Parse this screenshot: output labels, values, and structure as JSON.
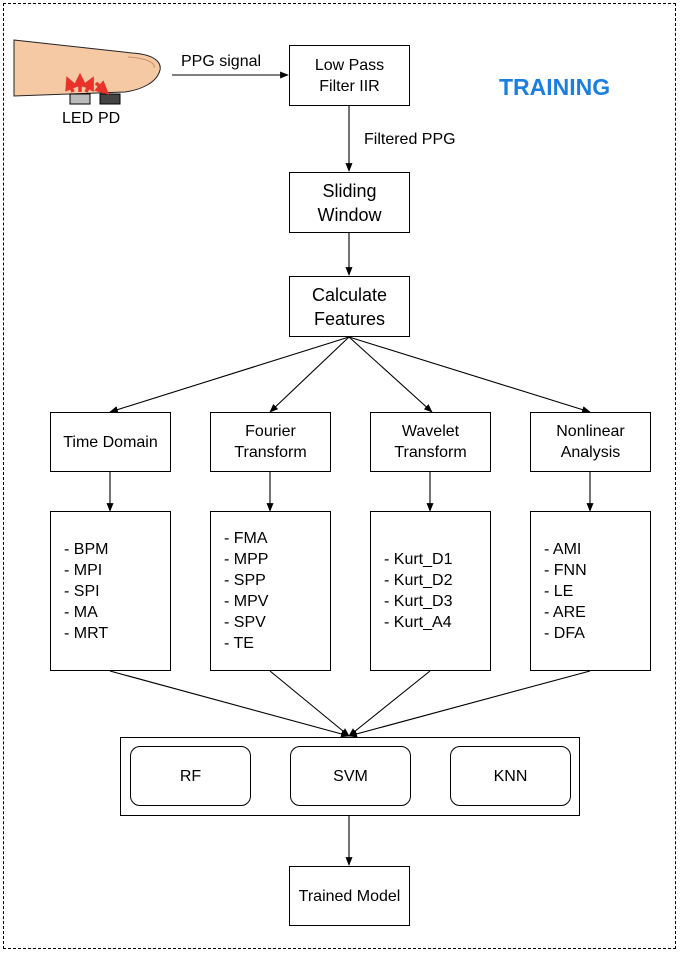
{
  "title": "TRAINING",
  "colors": {
    "title": "#1a7fe0",
    "finger": "#f6c9a5",
    "arrow": "#e8332a"
  },
  "sensor": {
    "led_label": "LED",
    "pd_label": "PD",
    "icon": "finger-sensor-icon"
  },
  "edges": {
    "ppg_signal": "PPG signal",
    "filtered_ppg": "Filtered PPG"
  },
  "nodes": {
    "low_pass": "Low Pass\nFilter IIR",
    "sliding": "Sliding\nWindow",
    "calc": "Calculate\nFeatures",
    "time_domain": "Time Domain",
    "fourier": "Fourier\nTransform",
    "wavelet": "Wavelet\nTransform",
    "nonlinear": "Nonlinear\nAnalysis",
    "rf": "RF",
    "svm": "SVM",
    "knn": "KNN",
    "trained": "Trained Model"
  },
  "features": {
    "time_domain": [
      "- BPM",
      "- MPI",
      "- SPI",
      "- MA",
      "- MRT"
    ],
    "fourier": [
      "- FMA",
      "- MPP",
      "- SPP",
      "- MPV",
      "- SPV",
      "- TE"
    ],
    "wavelet": [
      "- Kurt_D1",
      "- Kurt_D2",
      "- Kurt_D3",
      "- Kurt_A4"
    ],
    "nonlinear": [
      "- AMI",
      "- FNN",
      "- LE",
      "- ARE",
      "- DFA"
    ]
  }
}
